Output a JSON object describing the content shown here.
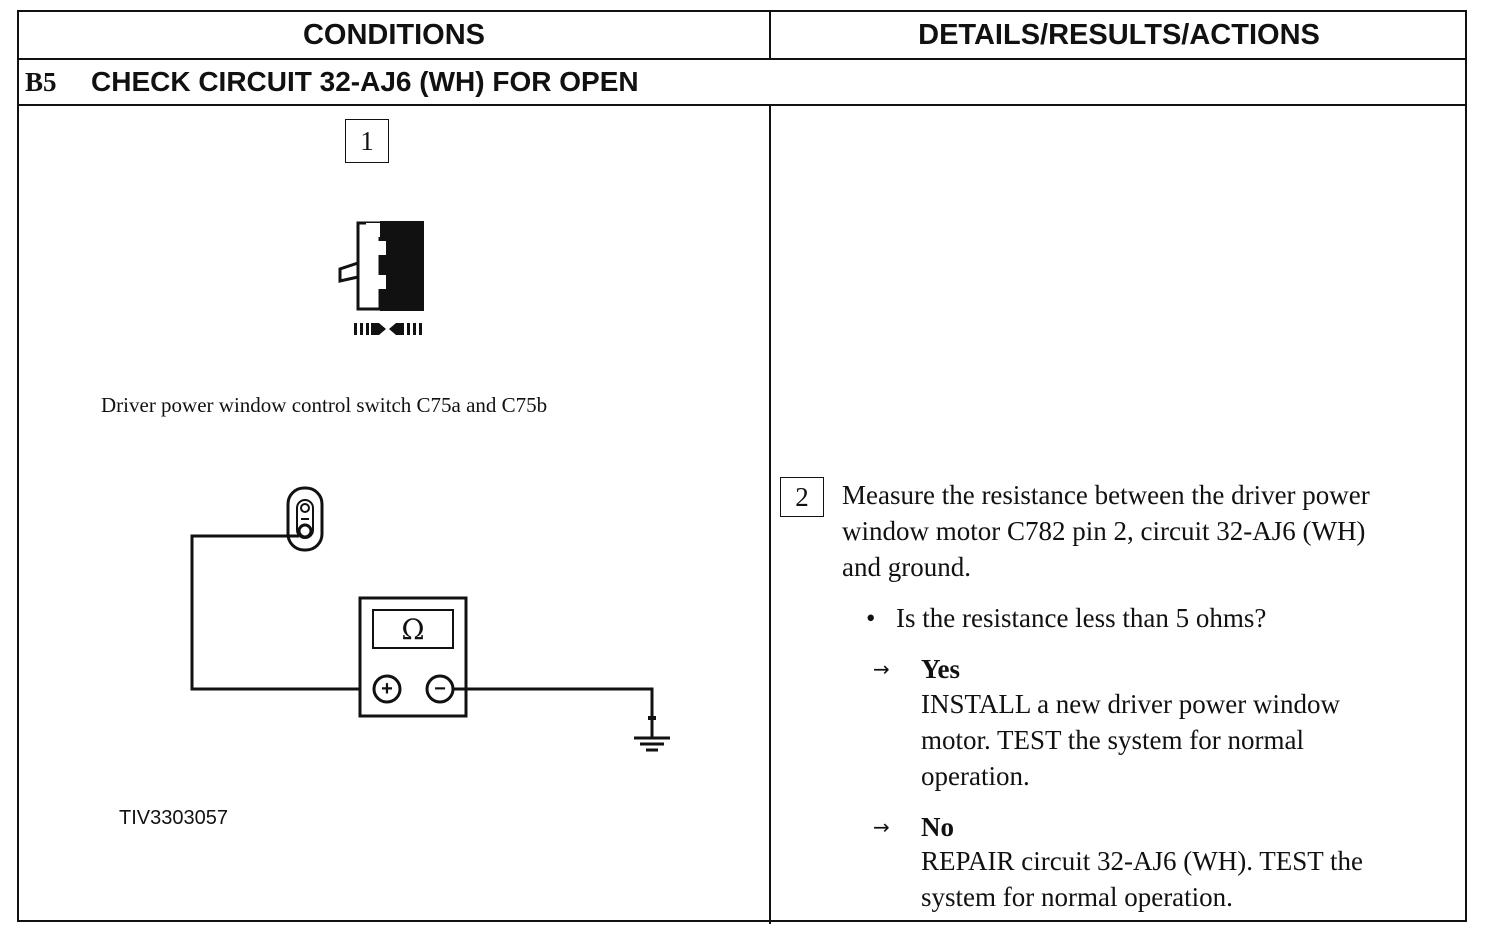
{
  "header": {
    "conditions": "CONDITIONS",
    "details": "DETAILS/RESULTS/ACTIONS"
  },
  "step": {
    "id": "B5",
    "title": "CHECK CIRCUIT 32-AJ6 (WH) FOR OPEN"
  },
  "left": {
    "box1": "1",
    "caption": "Driver power window control switch C75a and C75b",
    "meter_symbol": "Ω",
    "plus": "+",
    "minus": "−",
    "figure_id": "TIV3303057"
  },
  "right": {
    "box2": "2",
    "instruction_lines": [
      "Measure the resistance between the driver power",
      "window motor C782 pin 2, circuit 32-AJ6 (WH)",
      "and ground."
    ],
    "bullet": "•",
    "question": "Is the resistance less than 5 ohms?",
    "arrow": "→",
    "yes_label": "Yes",
    "yes_lines": [
      "INSTALL a new driver power window",
      "motor. TEST the system for normal",
      "operation."
    ],
    "no_label": "No",
    "no_lines": [
      "REPAIR circuit 32-AJ6 (WH). TEST the",
      "system for normal operation."
    ]
  }
}
